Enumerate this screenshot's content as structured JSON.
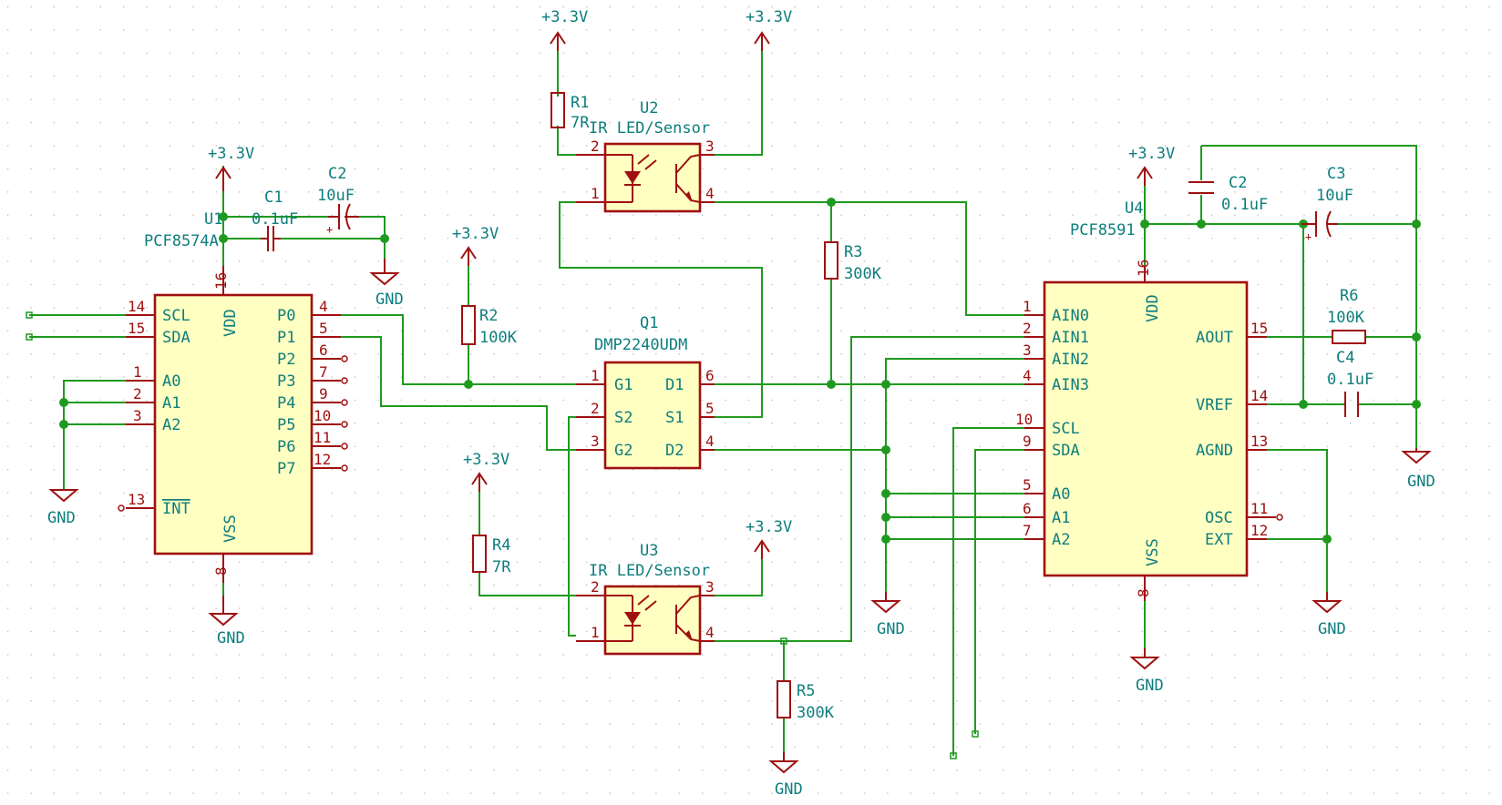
{
  "power": {
    "vcc": "+3.3V",
    "gnd": "GND"
  },
  "components": {
    "U1": {
      "ref": "U1",
      "value": "PCF8574A"
    },
    "U2": {
      "ref": "U2",
      "value": "IR LED/Sensor"
    },
    "U3": {
      "ref": "U3",
      "value": "IR LED/Sensor"
    },
    "U4": {
      "ref": "U4",
      "value": "PCF8591"
    },
    "Q1": {
      "ref": "Q1",
      "value": "DMP2240UDM"
    },
    "R1": {
      "ref": "R1",
      "value": "7R"
    },
    "R2": {
      "ref": "R2",
      "value": "100K"
    },
    "R3": {
      "ref": "R3",
      "value": "300K"
    },
    "R4": {
      "ref": "R4",
      "value": "7R"
    },
    "R5": {
      "ref": "R5",
      "value": "300K"
    },
    "R6": {
      "ref": "R6",
      "value": "100K"
    },
    "C1": {
      "ref": "C1",
      "value": "0.1uF"
    },
    "C2a": {
      "ref": "C2",
      "value": "10uF"
    },
    "C2b": {
      "ref": "C2",
      "value": "0.1uF"
    },
    "C3": {
      "ref": "C3",
      "value": "10uF"
    },
    "C4": {
      "ref": "C4",
      "value": "0.1uF"
    }
  },
  "u1_pins": {
    "left": [
      {
        "num": "14",
        "name": "SCL"
      },
      {
        "num": "15",
        "name": "SDA"
      },
      {
        "num": "1",
        "name": "A0"
      },
      {
        "num": "2",
        "name": "A1"
      },
      {
        "num": "3",
        "name": "A2"
      },
      {
        "num": "13",
        "name": "INT"
      }
    ],
    "right": [
      {
        "num": "4",
        "name": "P0"
      },
      {
        "num": "5",
        "name": "P1"
      },
      {
        "num": "6",
        "name": "P2"
      },
      {
        "num": "7",
        "name": "P3"
      },
      {
        "num": "9",
        "name": "P4"
      },
      {
        "num": "10",
        "name": "P5"
      },
      {
        "num": "11",
        "name": "P6"
      },
      {
        "num": "12",
        "name": "P7"
      }
    ],
    "top": {
      "num": "16",
      "name": "VDD"
    },
    "bottom": {
      "num": "8",
      "name": "VSS"
    }
  },
  "q1_pins": {
    "left": [
      {
        "num": "1",
        "name": "G1"
      },
      {
        "num": "2",
        "name": "S2"
      },
      {
        "num": "3",
        "name": "G2"
      }
    ],
    "right": [
      {
        "num": "6",
        "name": "D1"
      },
      {
        "num": "5",
        "name": "S1"
      },
      {
        "num": "4",
        "name": "D2"
      }
    ]
  },
  "opto_pins": {
    "u2": [
      "2",
      "1",
      "3",
      "4"
    ],
    "u3": [
      "2",
      "1",
      "3",
      "4"
    ]
  },
  "u4_pins": {
    "left": [
      {
        "num": "1",
        "name": "AIN0"
      },
      {
        "num": "2",
        "name": "AIN1"
      },
      {
        "num": "3",
        "name": "AIN2"
      },
      {
        "num": "4",
        "name": "AIN3"
      },
      {
        "num": "10",
        "name": "SCL"
      },
      {
        "num": "9",
        "name": "SDA"
      },
      {
        "num": "5",
        "name": "A0"
      },
      {
        "num": "6",
        "name": "A1"
      },
      {
        "num": "7",
        "name": "A2"
      }
    ],
    "right": [
      {
        "num": "15",
        "name": "AOUT"
      },
      {
        "num": "14",
        "name": "VREF"
      },
      {
        "num": "13",
        "name": "AGND"
      },
      {
        "num": "11",
        "name": "OSC"
      },
      {
        "num": "12",
        "name": "EXT"
      }
    ],
    "top": {
      "num": "16",
      "name": "VDD"
    },
    "bottom": {
      "num": "8",
      "name": "VSS"
    }
  },
  "colors": {
    "wire": "#1f9a1f",
    "component": "#a01010",
    "text": "#0e7d7d",
    "body_fill": "#ffffc2"
  }
}
